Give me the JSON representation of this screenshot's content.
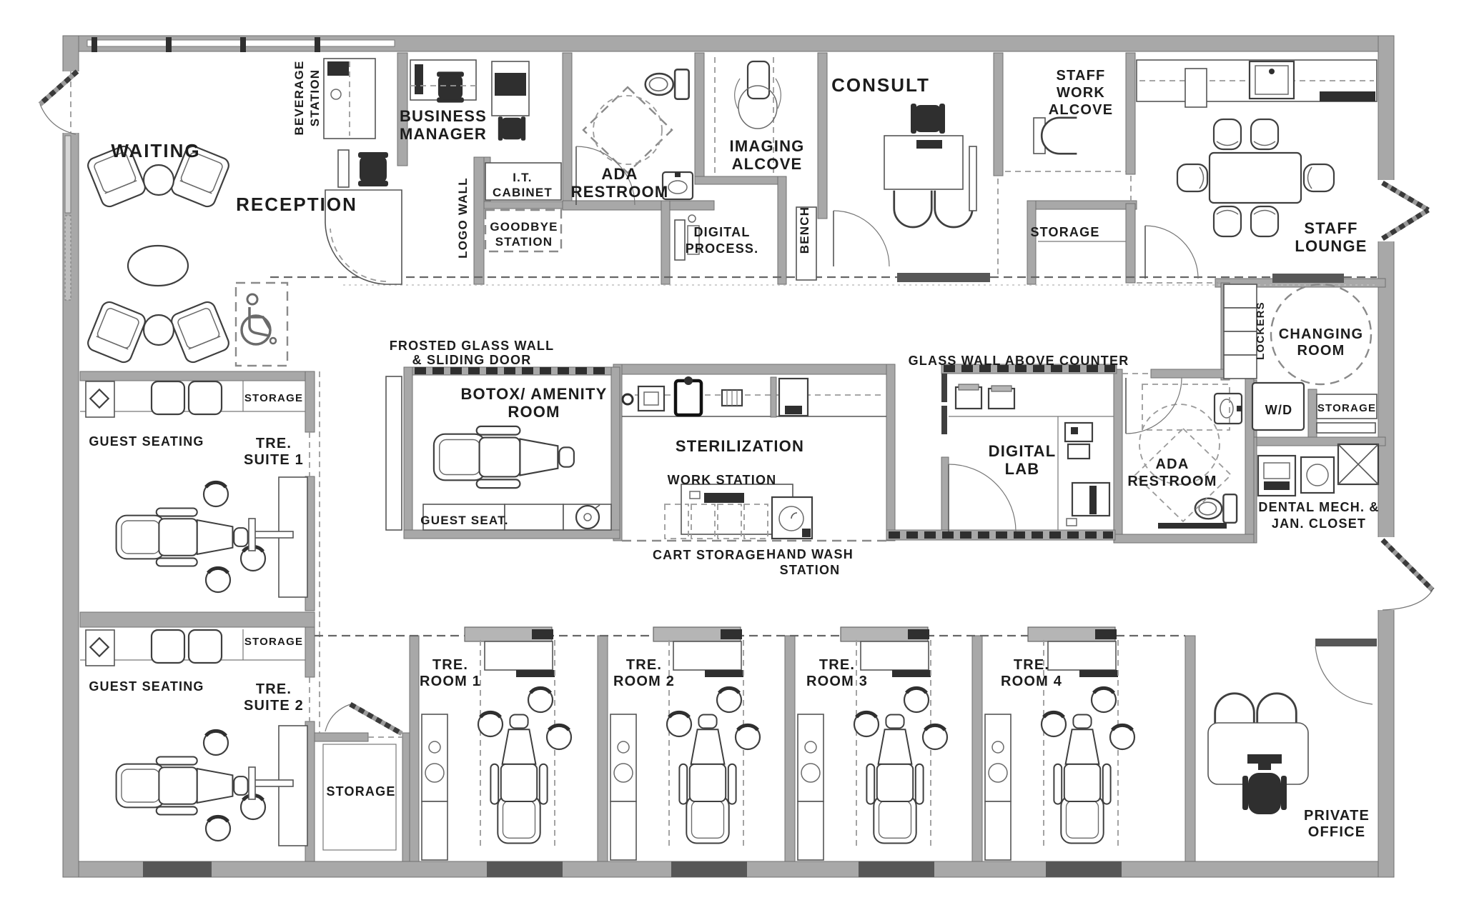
{
  "meta": {
    "type": "architectural floor plan",
    "facility": "dental office",
    "colors": {
      "wall": "#a8a8a8",
      "wall_dark": "#3f3f3f",
      "line": "#3f3f3f",
      "text": "#1c1c1c",
      "dash": "#8a8a8a",
      "background": "#ffffff"
    }
  },
  "labels": {
    "waiting": "WAITING",
    "reception": "RECEPTION",
    "beverage_station": {
      "l1": "BEVERAGE",
      "l2": "STATION"
    },
    "business_manager": {
      "l1": "BUSINESS",
      "l2": "MANAGER"
    },
    "it_cabinet": {
      "l1": "I.T.",
      "l2": "CABINET"
    },
    "logo_wall": "LOGO WALL",
    "goodbye_station": {
      "l1": "GOODBYE",
      "l2": "STATION"
    },
    "ada_restroom_1": {
      "l1": "ADA",
      "l2": "RESTROOM"
    },
    "digital_process": {
      "l1": "DIGITAL",
      "l2": "PROCESS."
    },
    "imaging_alcove": {
      "l1": "IMAGING",
      "l2": "ALCOVE"
    },
    "bench": "BENCH",
    "consult": "CONSULT",
    "staff_work_alcove": {
      "l1": "STAFF",
      "l2": "WORK",
      "l3": "ALCOVE"
    },
    "storage_top": "STORAGE",
    "staff_lounge": {
      "l1": "STAFF",
      "l2": "LOUNGE"
    },
    "lockers": "LOCKERS",
    "changing_room": {
      "l1": "CHANGING",
      "l2": "ROOM"
    },
    "wd": "W/D",
    "storage_right": "STORAGE",
    "dental_mech": {
      "l1": "DENTAL MECH. &",
      "l2": "JAN. CLOSET"
    },
    "ada_restroom_2": {
      "l1": "ADA",
      "l2": "RESTROOM"
    },
    "digital_lab": {
      "l1": "DIGITAL",
      "l2": "LAB"
    },
    "glass_wall_note": "GLASS WALL ABOVE COUNTER",
    "frosted_note": {
      "l1": "FROSTED GLASS WALL",
      "l2": "& SLIDING DOOR"
    },
    "botox_room": {
      "l1": "BOTOX/ AMENITY",
      "l2": "ROOM"
    },
    "guest_seat": "GUEST SEAT.",
    "sterilization": "STERILIZATION",
    "work_station": "WORK STATION",
    "cart_storage": "CART STORAGE",
    "hand_wash": {
      "l1": "HAND WASH",
      "l2": "STATION"
    },
    "guest_seating_1": "GUEST SEATING",
    "tre_suite_1": {
      "l1": "TRE.",
      "l2": "SUITE 1"
    },
    "storage_s1": "STORAGE",
    "guest_seating_2": "GUEST SEATING",
    "tre_suite_2": {
      "l1": "TRE.",
      "l2": "SUITE 2"
    },
    "storage_s2": "STORAGE",
    "storage_bottom": "STORAGE",
    "tre_room_1": {
      "l1": "TRE.",
      "l2": "ROOM 1"
    },
    "tre_room_2": {
      "l1": "TRE.",
      "l2": "ROOM 2"
    },
    "tre_room_3": {
      "l1": "TRE.",
      "l2": "ROOM 3"
    },
    "tre_room_4": {
      "l1": "TRE.",
      "l2": "ROOM 4"
    },
    "private_office": {
      "l1": "PRIVATE",
      "l2": "OFFICE"
    }
  }
}
